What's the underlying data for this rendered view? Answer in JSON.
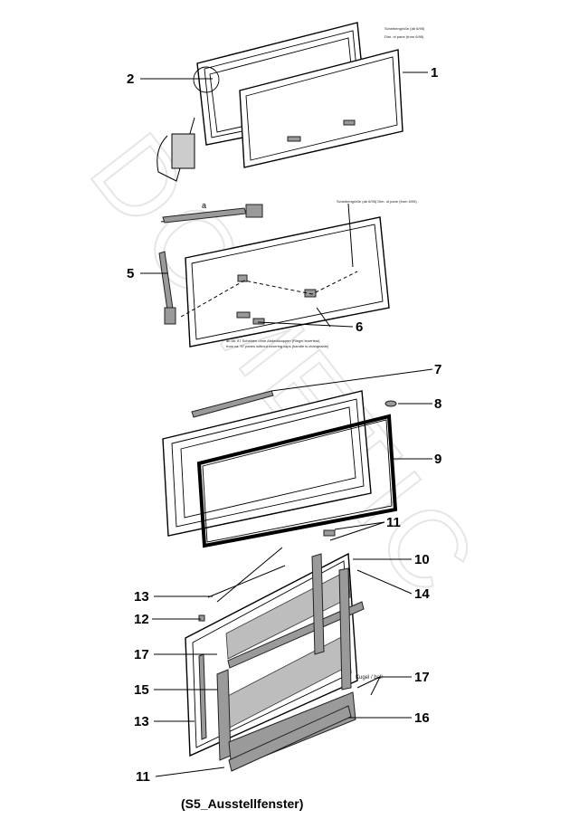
{
  "watermark": "DOMETIC",
  "caption": "(S5_Ausstellfenster)",
  "notes": {
    "pane_dim_top_de": "Scheibengröße (ab 6/95)",
    "pane_dim_top_en": "Dim. of pane (from 6/95)",
    "pane_dim_mid": "Scheibengröße (ab 6/95) Dim. of pane (from 6/95)",
    "caps_de": "ab ca. 97 Scheiben ohne Abdeckkappen (Riegel feuerfest)",
    "caps_en": "from ca. 97 panes without covering caps (handle is changeable)",
    "dimension_a": "a",
    "ball": "Kugel / ball"
  },
  "callouts": [
    "1",
    "2",
    "5",
    "6",
    "7",
    "8",
    "9",
    "10",
    "11",
    "11",
    "12",
    "13",
    "13",
    "14",
    "15",
    "16",
    "17",
    "17"
  ]
}
